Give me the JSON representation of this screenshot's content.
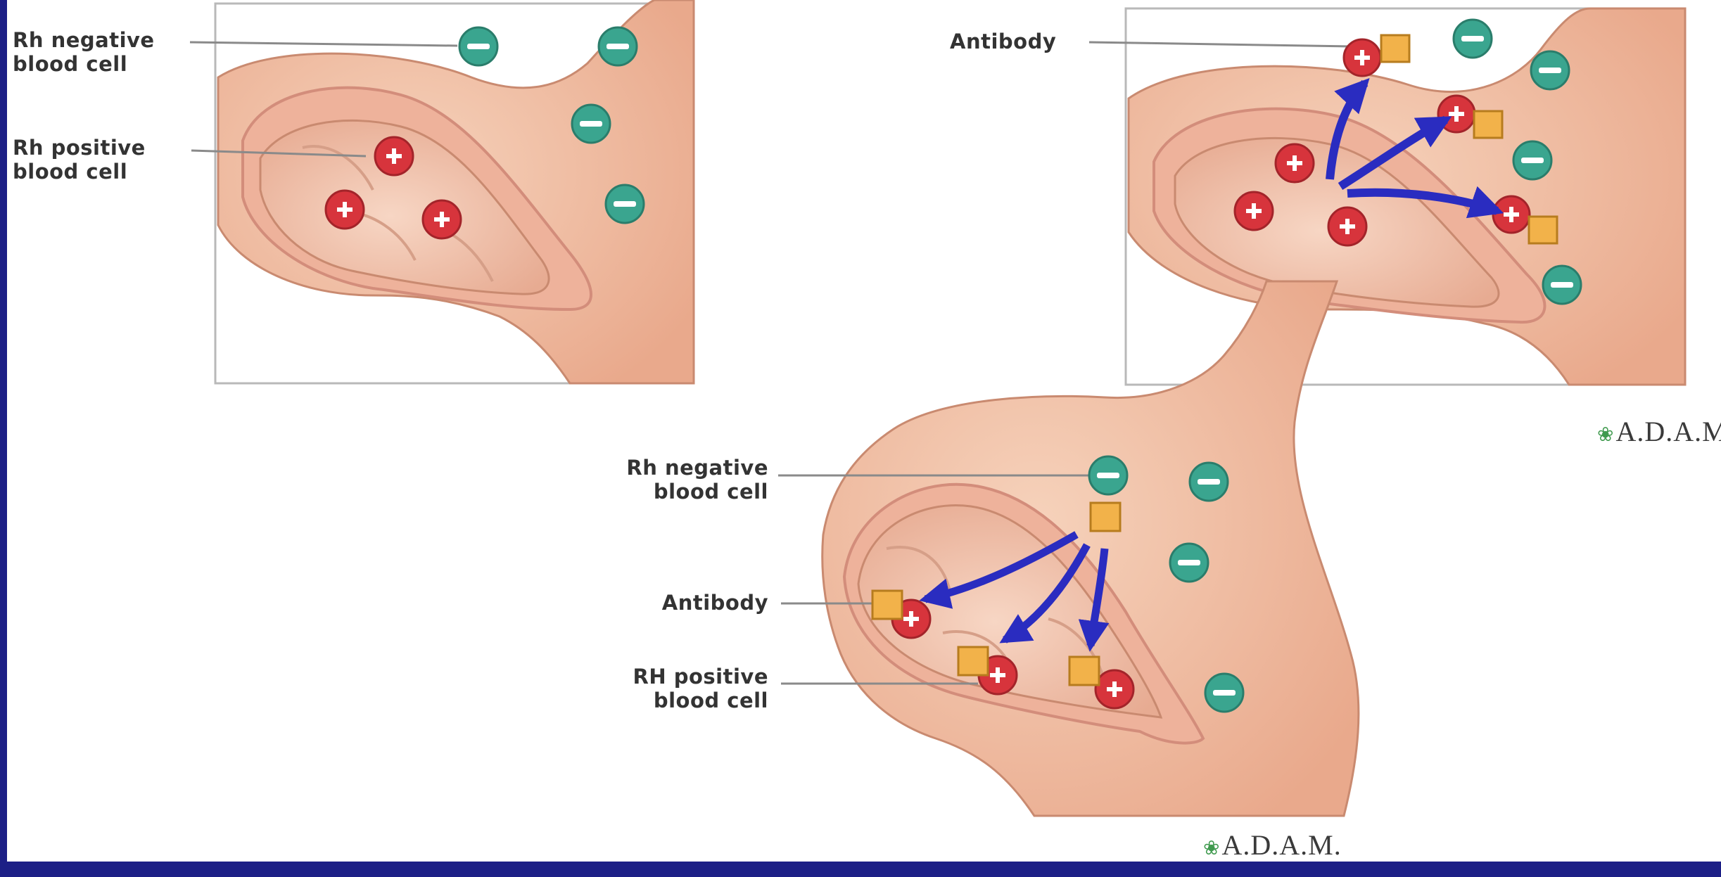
{
  "panel_top_left": {
    "rh_negative_label": "Rh negative\nblood cell",
    "rh_positive_label": "Rh positive\nblood cell"
  },
  "panel_top_right": {
    "antibody_label": "Antibody"
  },
  "panel_bottom": {
    "rh_negative_label": "Rh negative\nblood cell",
    "antibody_label": "Antibody",
    "rh_positive_label": "RH positive\nblood cell"
  },
  "logos": {
    "top_right": "A.D.A.M.",
    "bottom": "A.D.A.M."
  },
  "legend_symbols": {
    "negative_cell": "minus-icon",
    "positive_cell": "plus-icon",
    "antibody": "antibody-square"
  },
  "colors": {
    "background_frame": "#1c1f86",
    "negative_cell": "#3aa58f",
    "positive_cell": "#d7343c",
    "antibody": "#f2b24a",
    "arrow": "#2a2cc0",
    "skin": "#f3c4a8"
  }
}
